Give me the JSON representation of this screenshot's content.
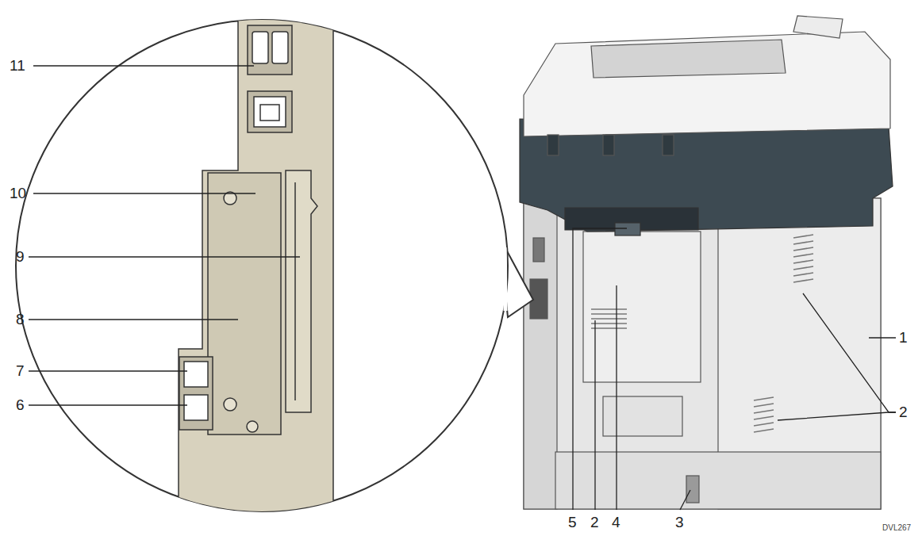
{
  "diagram": {
    "labels": [
      "11",
      "10",
      "9",
      "8",
      "7",
      "6",
      "1",
      "2",
      "5",
      "2",
      "4",
      "3",
      "DVL267"
    ]
  }
}
